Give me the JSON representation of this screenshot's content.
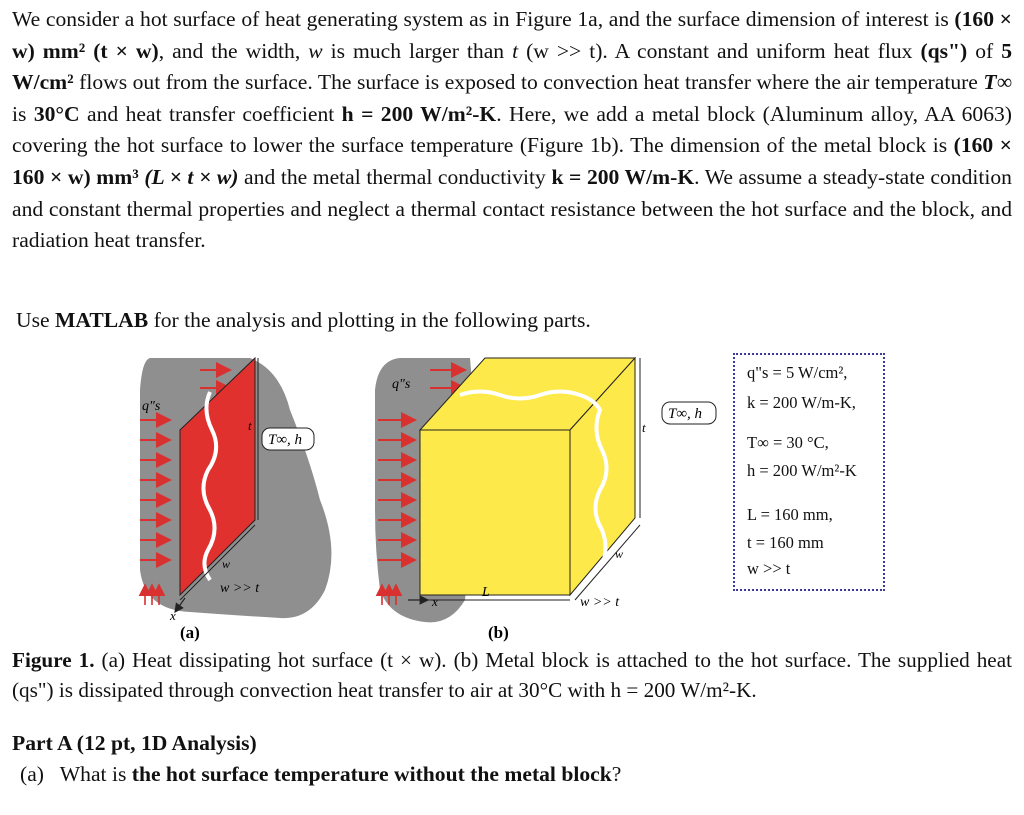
{
  "intro": {
    "s1": "We consider a hot surface of heat generating system as in Figure 1a, and the surface dimension of interest is ",
    "dim_surface": "(160 × w) mm²",
    "dim_txw": "(t × w)",
    "s2": ", and the width, ",
    "w": "w",
    "s3": " is much larger than ",
    "t": "t",
    "s4": " (w >> t). A constant and uniform heat flux ",
    "qs": "(qs\")",
    "s5": " of ",
    "flux_value": "5 W/cm²",
    "s6": " flows out from the surface. The surface is exposed to convection heat transfer where the air temperature ",
    "tinf": "T∞",
    "s7": " is ",
    "tinf_value": "30°C",
    "s8": " and heat transfer coefficient ",
    "h_eq": "h = 200 W/m²-K",
    "s9": ". Here, we add a metal block (Aluminum alloy, AA 6063) covering the hot surface to lower the surface temperature (Figure 1b). The dimension of the metal block is ",
    "dim_block": "(160 × 160 × w) mm³",
    "dim_block2": "(L × t × w)",
    "s10": " and the metal thermal conductivity ",
    "k_eq": "k = 200 W/m-K",
    "s11": ". We assume a steady-state condition and constant thermal properties and neglect a thermal contact resistance between the hot surface and the block, and radiation heat transfer."
  },
  "use_line": {
    "prefix": "Use ",
    "bold": "MATLAB",
    "rest": " for the analysis and plotting in the following parts."
  },
  "figure": {
    "label_a": "(a)",
    "label_b": "(b)",
    "qs_label": "q\"s",
    "tinf_h": "T∞, h",
    "t_label": "t",
    "w_label": "w",
    "w_gg_t": "w >> t",
    "x_label": "x",
    "L_label": "L"
  },
  "params": {
    "p1": "q\"s = 5 W/cm²,",
    "p2": "k = 200 W/m-K,",
    "p3": "T∞ = 30 °C,",
    "p4": "h = 200 W/m²-K",
    "p5": "L = 160 mm,",
    "p6": "t = 160 mm",
    "p7": "w >> t"
  },
  "caption": {
    "bold": "Figure 1.",
    "text": " (a) Heat dissipating hot surface (t × w). (b) Metal block is attached to the hot surface. The supplied heat (qs\") is dissipated through convection heat transfer to air at 30°C with h = 200 W/m²-K."
  },
  "part_a": {
    "title": "Part A (12 pt, 1D Analysis)"
  },
  "question": {
    "num": "(a)",
    "pre": "What is ",
    "bold": "the hot surface temperature without the metal block",
    "post": "?"
  },
  "colors": {
    "red_surface": "#e0312f",
    "yellow_block": "#fde94a",
    "gray_bg": "#8f8f8f",
    "arrow_red": "#d93030"
  }
}
